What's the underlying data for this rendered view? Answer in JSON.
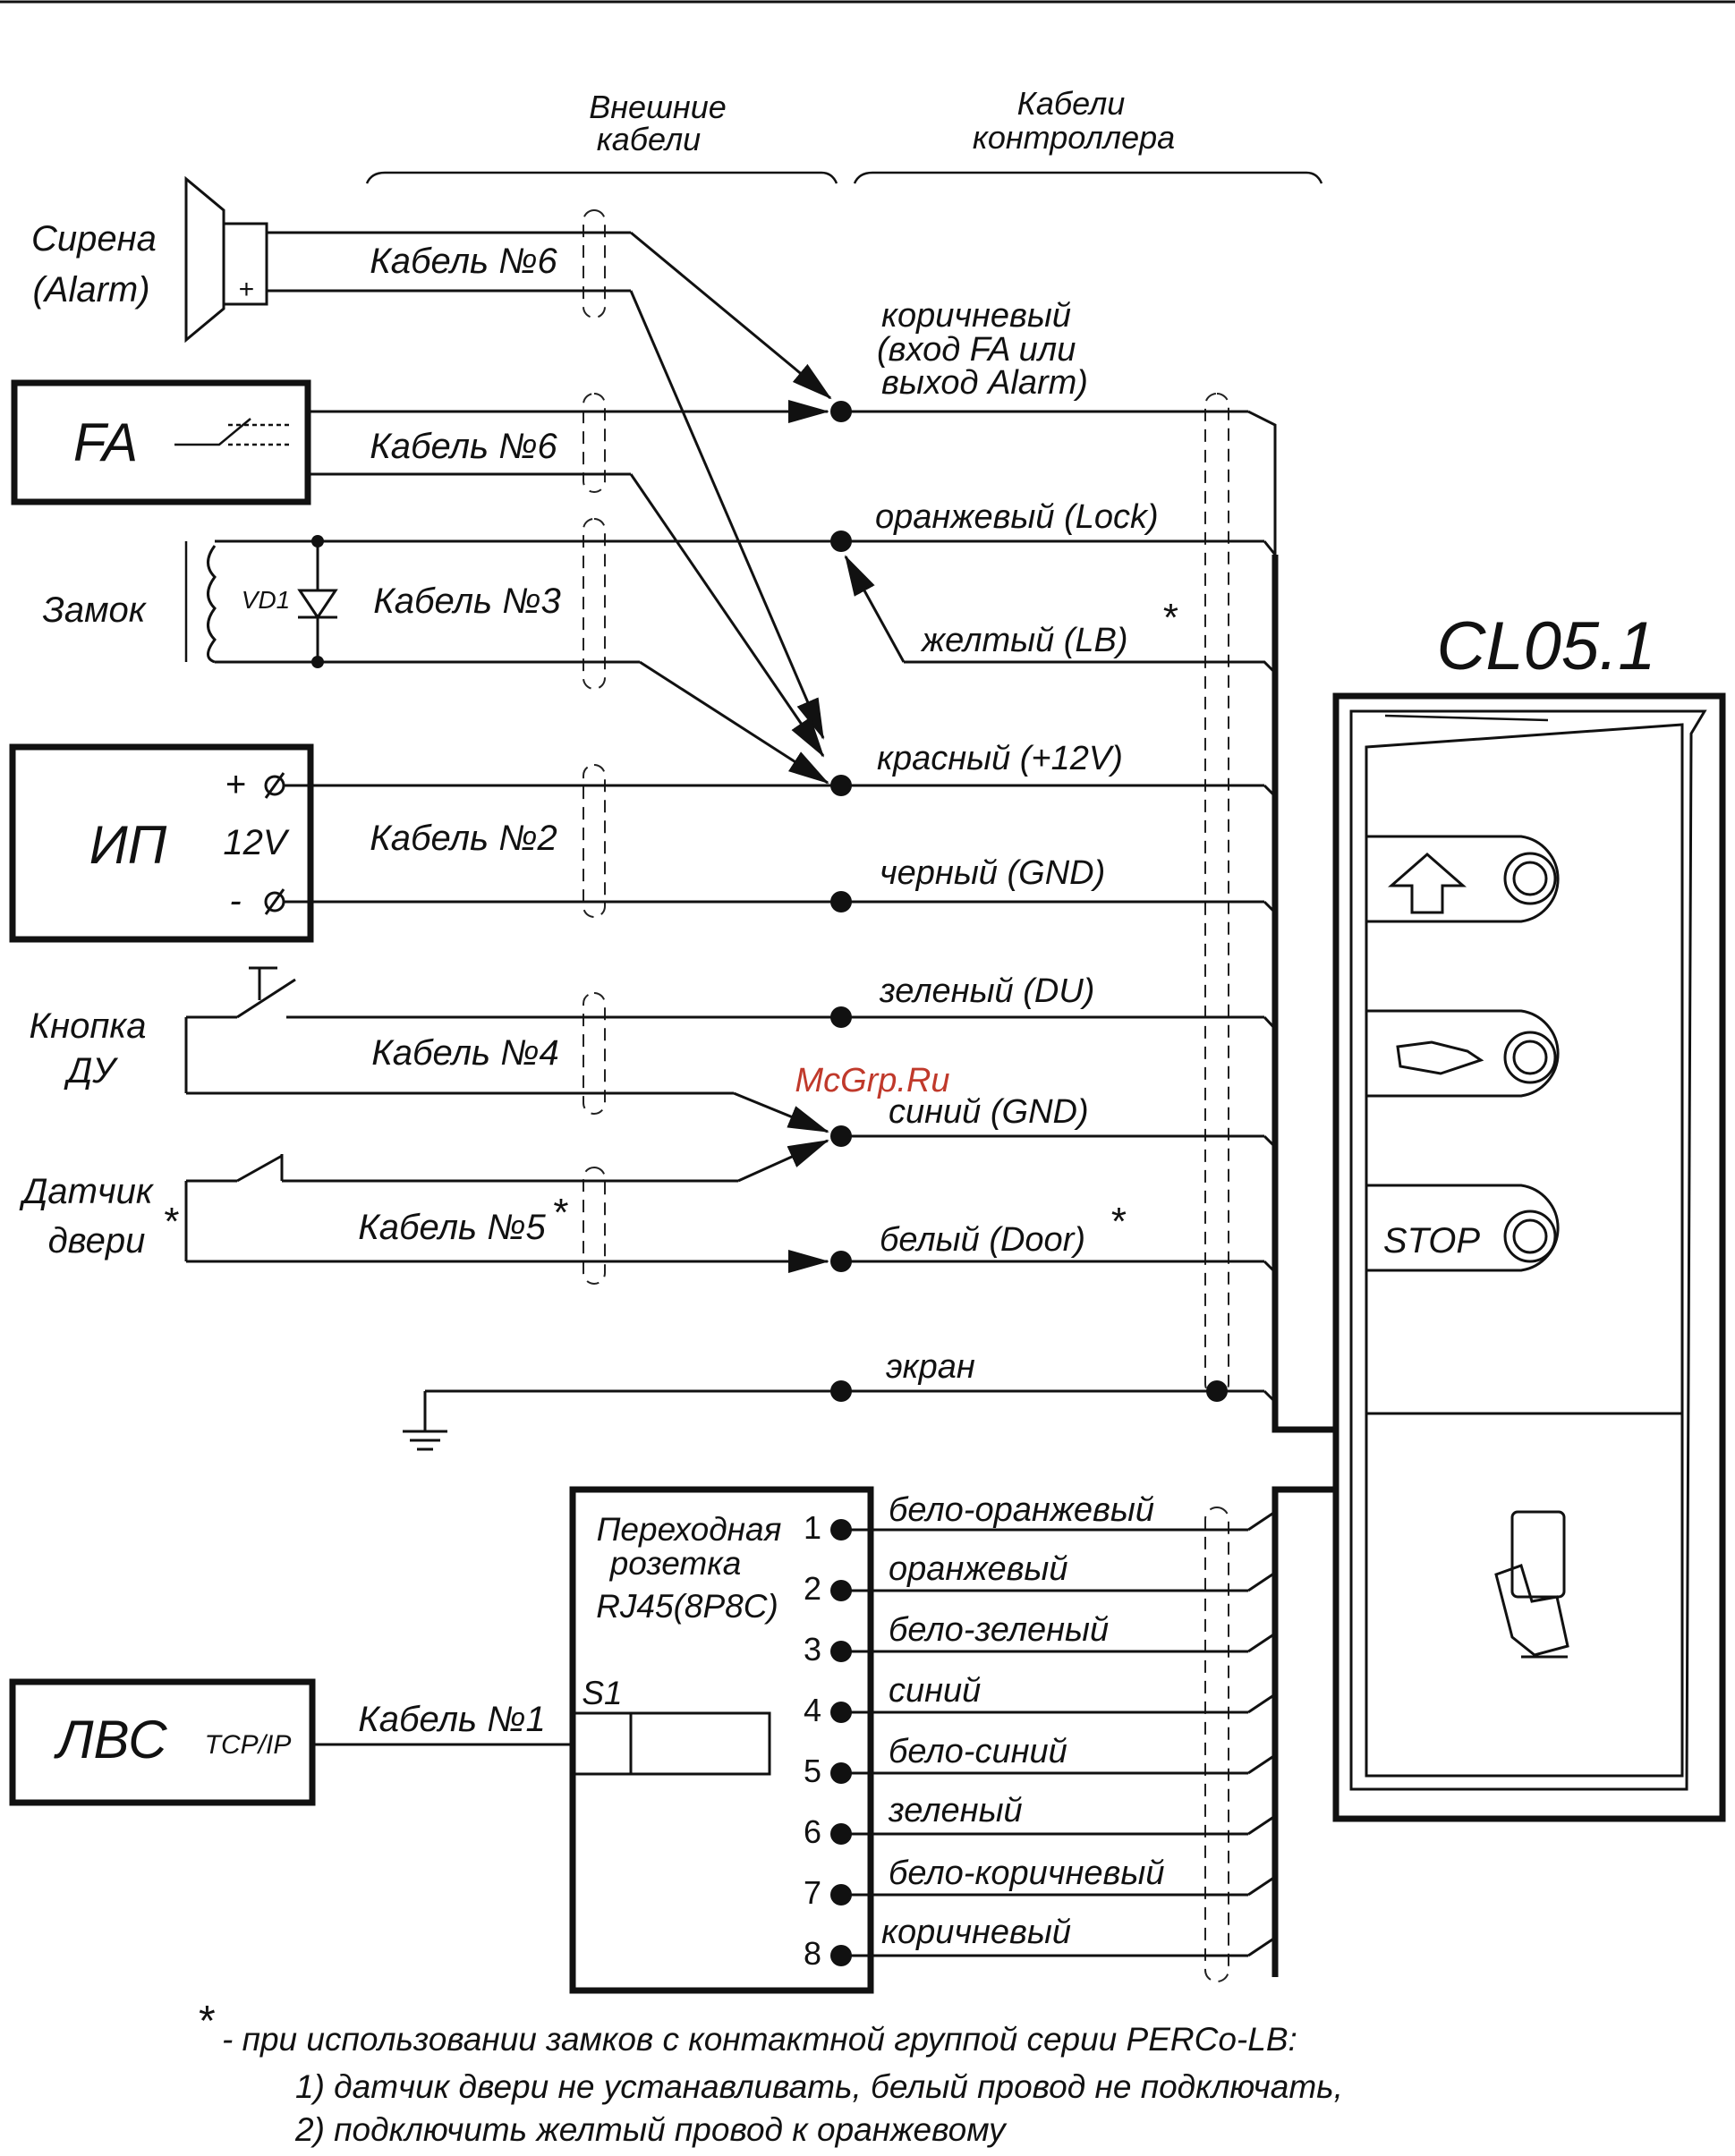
{
  "headers": {
    "external_cables": [
      "Внешние",
      "кабели"
    ],
    "controller_cables": [
      "Кабели",
      "контроллера"
    ]
  },
  "devices": {
    "siren": [
      "Сирена",
      "(Alarm)"
    ],
    "fa": "FA",
    "lock": "Замок",
    "diode": "VD1",
    "psu": "ИП",
    "psu_voltage": "12V",
    "psu_plus": "+",
    "psu_minus": "-",
    "remote_button": [
      "Кнопка",
      "ДУ"
    ],
    "door_sensor": [
      "Датчик",
      "двери"
    ],
    "lan": "ЛВС",
    "tcpip": "TCP/IP",
    "controller": "CL05.1",
    "stop_button": "STOP",
    "socket": [
      "Переходная",
      "розетка",
      "RJ45(8P8C)"
    ],
    "switch": "S1",
    "star": "*"
  },
  "cables": {
    "siren": "Кабель №6",
    "fa": "Кабель №6",
    "lock": "Кабель №3",
    "psu": "Кабель №2",
    "button": "Кабель №4",
    "door": "Кабель №5",
    "lan": "Кабель №1"
  },
  "wires": {
    "brown": [
      "коричневый",
      "(вход FA или",
      "выход Alarm)"
    ],
    "orange": "оранжевый (Lock)",
    "yellow": "желтый (LB)",
    "red": "красный (+12V)",
    "black": "черный (GND)",
    "green": "зеленый (DU)",
    "blue": "синий (GND)",
    "white": "белый (Door)",
    "shield": "экран"
  },
  "rj45_pins": [
    {
      "num": "1",
      "color": "бело-оранжевый"
    },
    {
      "num": "2",
      "color": "оранжевый"
    },
    {
      "num": "3",
      "color": "бело-зеленый"
    },
    {
      "num": "4",
      "color": "синий"
    },
    {
      "num": "5",
      "color": "бело-синий"
    },
    {
      "num": "6",
      "color": "зеленый"
    },
    {
      "num": "7",
      "color": "бело-коричневый"
    },
    {
      "num": "8",
      "color": "коричневый"
    }
  ],
  "footnote": {
    "star": "*",
    "line1": "- при использовании замков с контактной группой серии PERCo-LB:",
    "line2": "1) датчик двери не устанавливать, белый провод не подключать,",
    "line3": "2) подключить желтый провод к оранжевому"
  },
  "watermark": "McGrp.Ru",
  "colors": {
    "ink": "#111111",
    "watermark": "#c0392b",
    "background": "#ffffff"
  }
}
